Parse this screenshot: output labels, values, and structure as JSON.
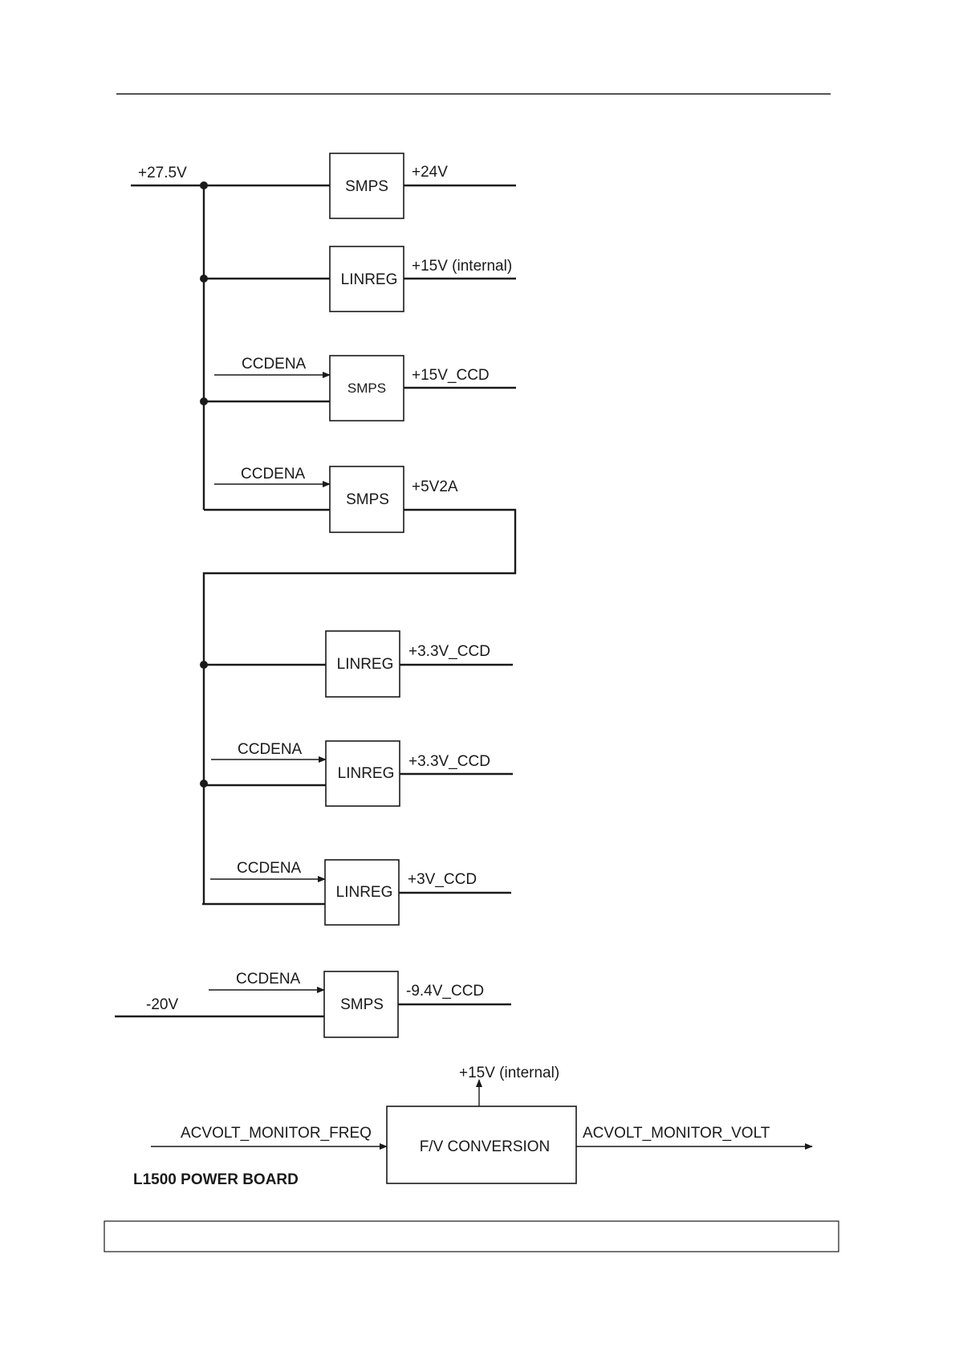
{
  "rails": {
    "input_27v5": "+27.5V",
    "input_neg20v": "-20V"
  },
  "blocks": {
    "b1": {
      "type": "SMPS",
      "output": "+24V"
    },
    "b2": {
      "type": "LINREG",
      "output": "+15V (internal)"
    },
    "b3": {
      "type": "SMPS",
      "enable": "CCDENA",
      "output": "+15V_CCD"
    },
    "b4": {
      "type": "SMPS",
      "enable": "CCDENA",
      "output": "+5V2A"
    },
    "b5": {
      "type": "LINREG",
      "output": "+3.3V_CCD"
    },
    "b6": {
      "type": "LINREG",
      "enable": "CCDENA",
      "output": "+3.3V_CCD"
    },
    "b7": {
      "type": "LINREG",
      "enable": "CCDENA",
      "output": "+3V_CCD"
    },
    "b8": {
      "type": "SMPS",
      "enable": "CCDENA",
      "output": "-9.4V_CCD"
    }
  },
  "fv": {
    "label": "F/V CONVERSION",
    "supply": "+15V (internal)",
    "input": "ACVOLT_MONITOR_FREQ",
    "output": "ACVOLT_MONITOR_VOLT"
  },
  "caption": "L1500 POWER BOARD",
  "footer_box_text": ""
}
